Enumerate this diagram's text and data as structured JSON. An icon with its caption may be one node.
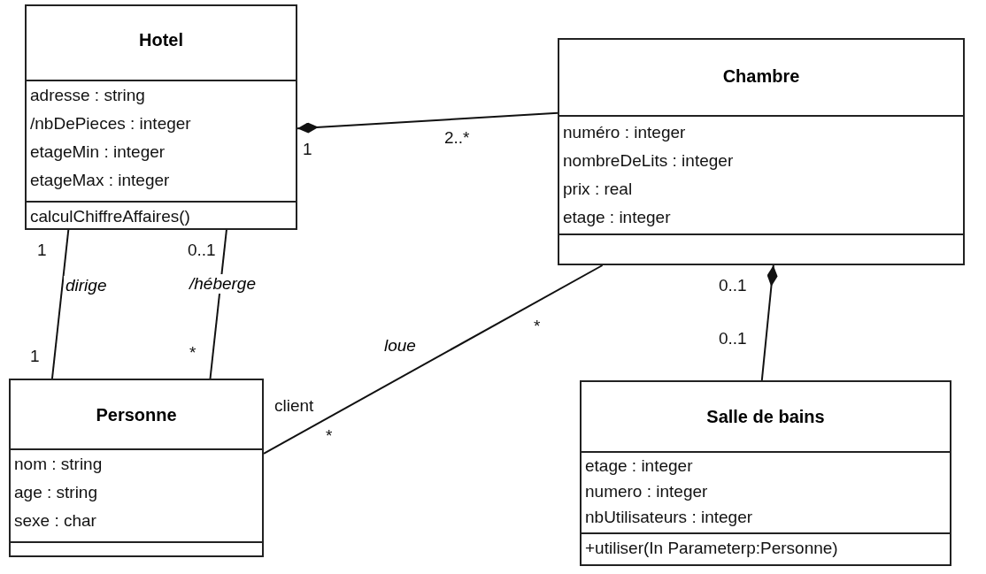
{
  "diagram": {
    "nodes": [
      {
        "text": [
          "Hotel"
        ]
      },
      {
        "text": [
          "adresse : string",
          "/nbDePieces : integer",
          "etageMin : integer",
          "etageMax : integer"
        ],
        "in": 0
      },
      {
        "text": [
          "calculChiffreAffaires()"
        ],
        "in": 0
      },
      {
        "text": [
          "Chambre"
        ]
      },
      {
        "text": [
          "numéro : integer",
          "nombreDeLits : integer",
          "prix : real",
          "etage : integer"
        ],
        "in": 3
      },
      {
        "text": [],
        "shape": "box",
        "in": 3
      },
      {
        "text": [
          "Personne"
        ]
      },
      {
        "text": [
          "nom : string",
          "age : string",
          "sexe : char"
        ],
        "in": 6
      },
      {
        "text": [],
        "shape": "box",
        "in": 6
      },
      {
        "text": [
          "Salle de bains"
        ]
      },
      {
        "text": [
          "etage : integer",
          "numero : integer",
          "nbUtilisateurs : integer"
        ],
        "in": 9
      },
      {
        "text": [
          "+utiliser(In Parameterp:Personne)"
        ],
        "in": 9
      }
    ],
    "edges": [
      {
        "from": 0,
        "to": 3,
        "arrow": "other"
      },
      {
        "from": 0,
        "to": 6,
        "arrow": "none",
        "label": "dirige"
      },
      {
        "from": 0,
        "to": 6,
        "arrow": "none",
        "label": "/héberge"
      },
      {
        "from": 3,
        "to": 6,
        "arrow": "none",
        "label": "loue"
      },
      {
        "from": 3,
        "to": 9,
        "arrow": "other"
      }
    ],
    "labels": [
      "1",
      "2..*",
      "1",
      "0..1",
      "1",
      "*",
      "*",
      "client",
      "*",
      "0..1",
      "0..1"
    ]
  }
}
